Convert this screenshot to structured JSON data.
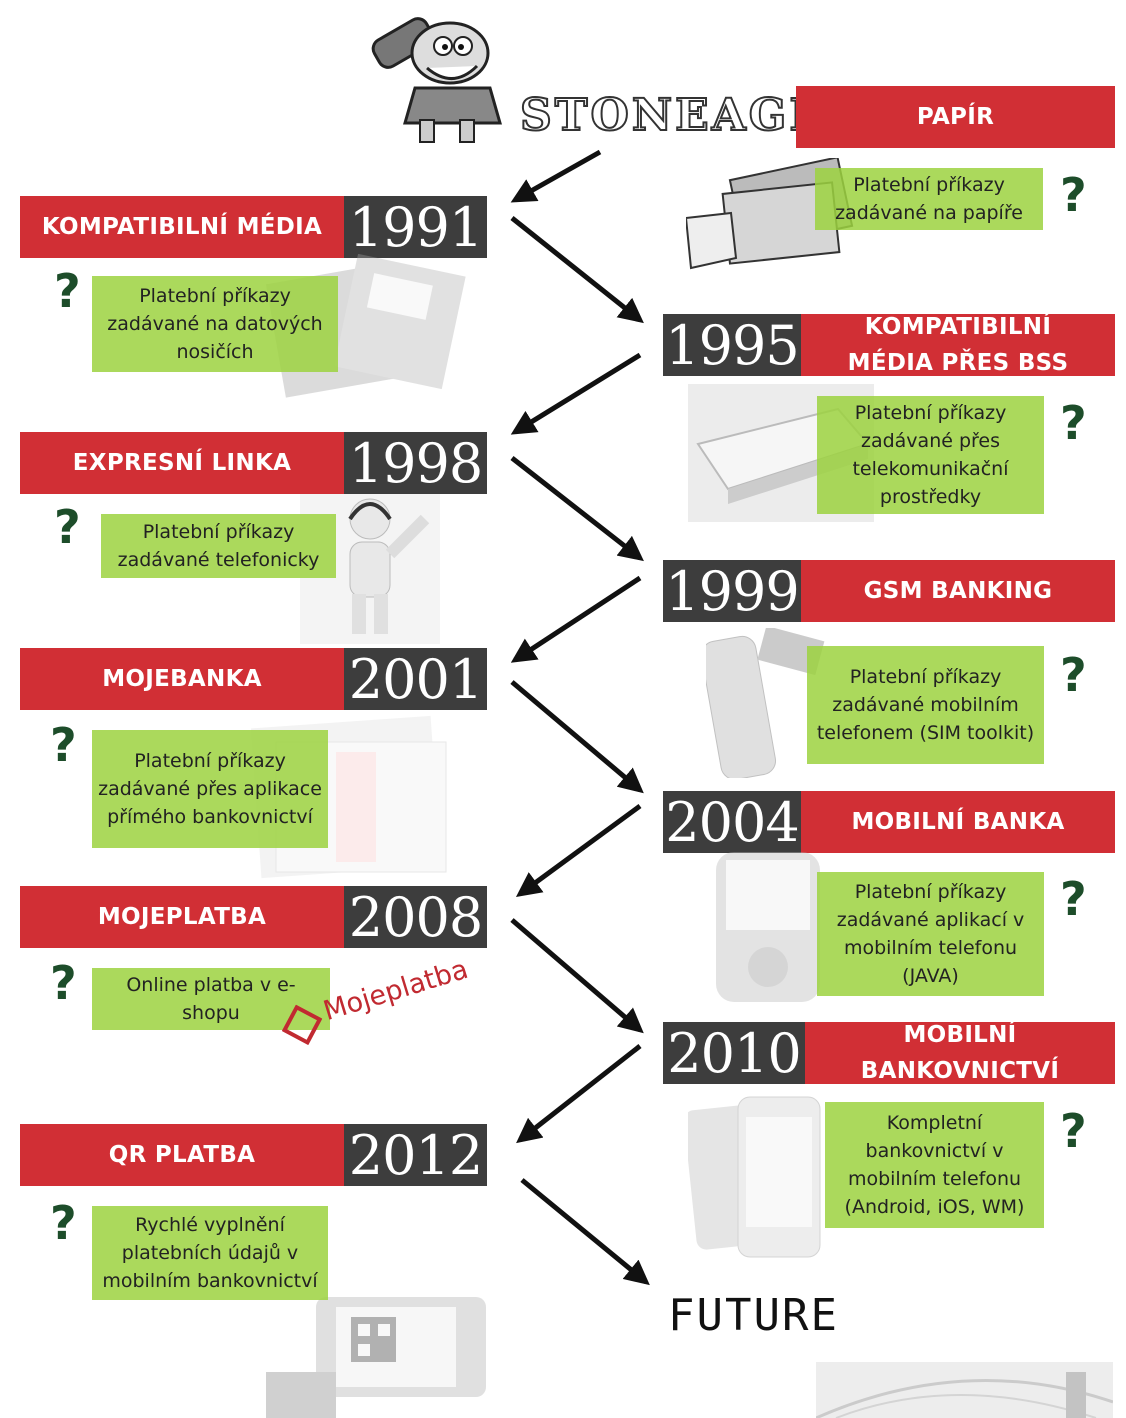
{
  "title": "STONEAGE",
  "papir": {
    "label": "PAPÍR",
    "text": "Platební příkazy zadávané na papíře"
  },
  "entries": [
    {
      "year": "1991",
      "label": "KOMPATIBILNÍ MÉDIA",
      "text": "Platební příkazy zadávané na datových nosičích"
    },
    {
      "year": "1995",
      "label": "KOMPATIBILNÍ MÉDIA PŘES BSS",
      "text": "Platební příkazy zadávané přes telekomunikační prostředky"
    },
    {
      "year": "1998",
      "label": "EXPRESNÍ LINKA",
      "text": "Platební příkazy zadávané telefonicky"
    },
    {
      "year": "1999",
      "label": "GSM BANKING",
      "text": "Platební příkazy zadávané mobilním telefonem (SIM toolkit)"
    },
    {
      "year": "2001",
      "label": "MOJEBANKA",
      "text": "Platební příkazy zadávané přes aplikace přímého bankovnictví"
    },
    {
      "year": "2004",
      "label": "MOBILNÍ BANKA",
      "text": "Platební příkazy zadávané aplikací v mobilním telefonu (JAVA)"
    },
    {
      "year": "2008",
      "label": "MOJEPLATBA",
      "text": "Online platba v e-shopu"
    },
    {
      "year": "2010",
      "label": "MOBILNÍ BANKOVNICTVÍ",
      "text": "Kompletní bankovnictví v mobilním telefonu (Android, iOS, WM)"
    },
    {
      "year": "2012",
      "label": "QR PLATBA",
      "text": "Rychlé vyplnění platebních údajů v mobilním bankovnictví"
    }
  ],
  "question_mark": "?",
  "logo_mojeplatba": "Mojeplatba",
  "future": "FUTURE",
  "colors": {
    "red": "#d12f35",
    "dark": "#3d3d3d",
    "green": "#9cd240",
    "qmark": "#1d4d2a"
  }
}
